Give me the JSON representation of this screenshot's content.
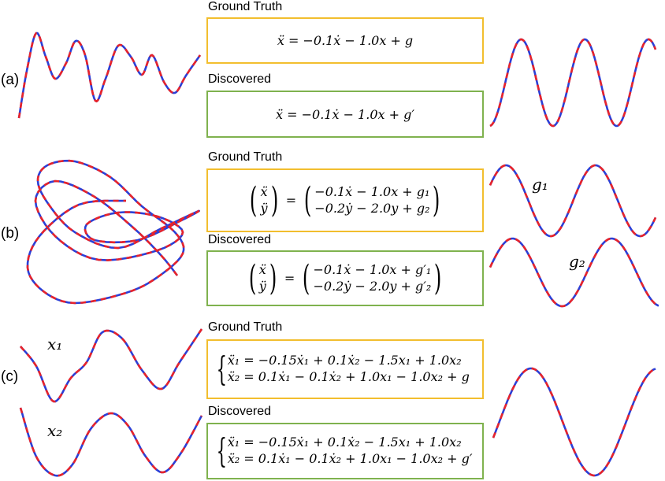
{
  "rows": {
    "a": {
      "label": "(a)",
      "gt_title": "Ground Truth",
      "gt_eq": "ẍ = −0.1ẋ − 1.0x + g",
      "d_title": "Discovered",
      "d_eq": "ẍ = −0.1ẋ − 1.0x + g′"
    },
    "b": {
      "label": "(b)",
      "gt_title": "Ground Truth",
      "gt_lhs_1": "ẍ",
      "gt_lhs_2": "ÿ",
      "gt_rhs_1": "−0.1ẋ − 1.0x + g₁",
      "gt_rhs_2": "−0.2ẏ − 2.0y + g₂",
      "d_title": "Discovered",
      "d_lhs_1": "ẍ",
      "d_lhs_2": "ÿ",
      "d_rhs_1": "−0.1ẋ − 1.0x + g′₁",
      "d_rhs_2": "−0.2ẏ − 2.0y + g′₂",
      "g1_label": "g₁",
      "g2_label": "g₂"
    },
    "c": {
      "label": "(c)",
      "gt_title": "Ground Truth",
      "gt_line_1": "ẍ₁ = −0.15ẋ₁ + 0.1ẋ₂ − 1.5x₁ + 1.0x₂",
      "gt_line_2": "ẍ₂ = 0.1ẋ₁ − 0.1ẋ₂ + 1.0x₁ − 1.0x₂ + g",
      "d_title": "Discovered",
      "d_line_1": "ẍ₁ = −0.15ẋ₁ + 0.1ẋ₂ − 1.5x₁ + 1.0x₂",
      "d_line_2": "ẍ₂ = 0.1ẋ₁ − 0.1ẋ₂ + 1.0x₁ − 1.0x₂ + g′",
      "x1_label": "x₁",
      "x2_label": "x₂"
    }
  },
  "colors": {
    "ground_truth_border": "#f2be2e",
    "discovered_border": "#7fb24e",
    "curve_blue": "#2b3fd6",
    "curve_red": "#e8232a"
  }
}
